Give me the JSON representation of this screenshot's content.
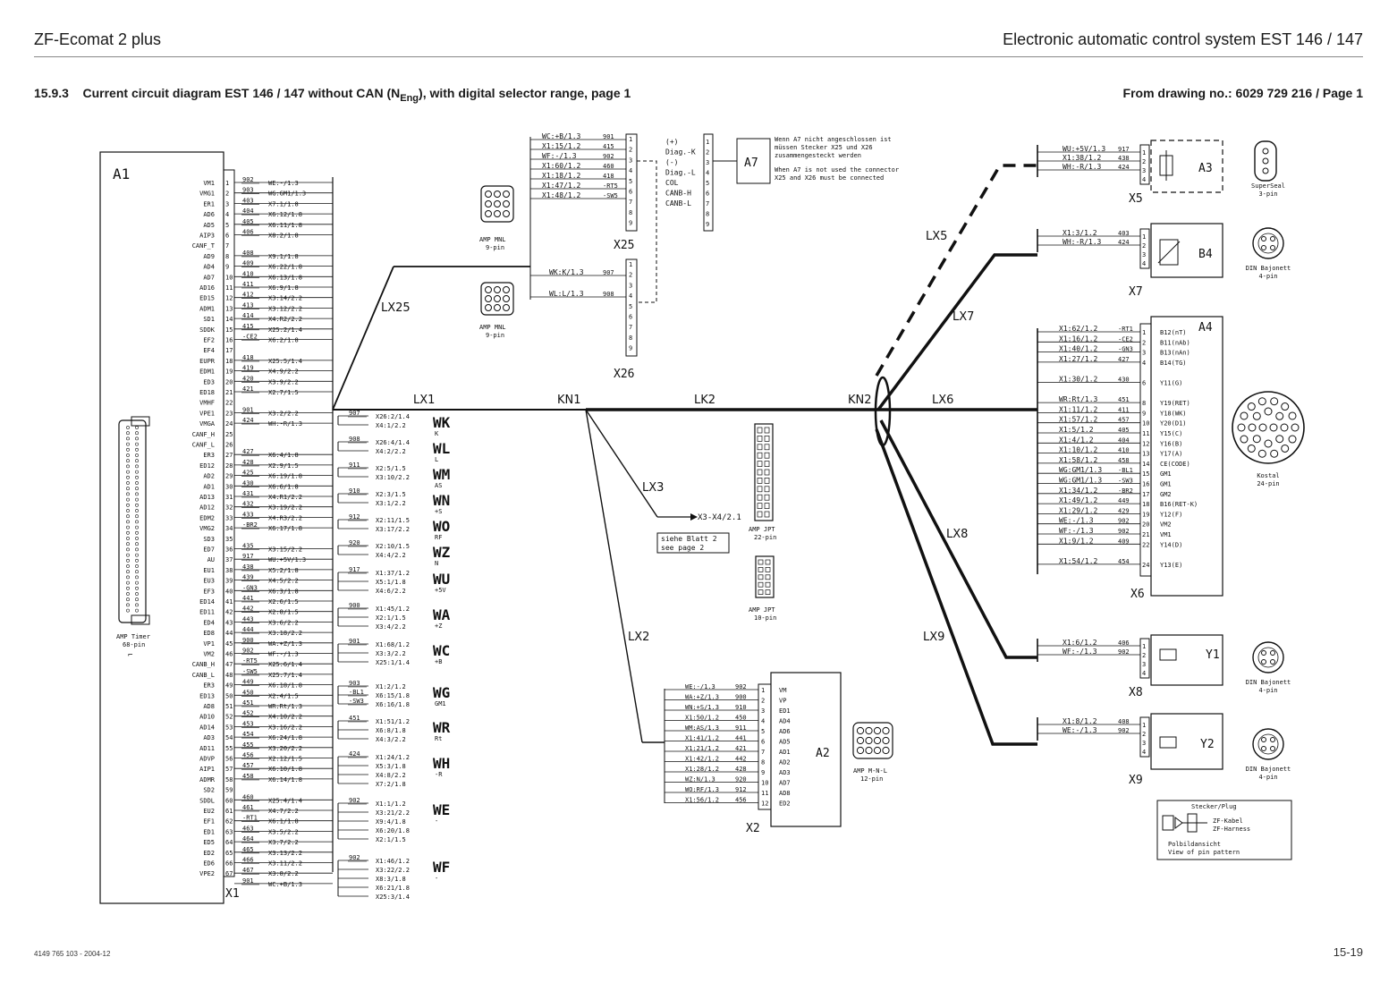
{
  "header": {
    "product": "ZF-Ecomat 2 plus",
    "system": "Electronic automatic control system EST 146 / 147"
  },
  "section": {
    "number": "15.9.3",
    "title_pre": "Current circuit diagram EST 146 / 147 without CAN (N",
    "title_sub": "Eng",
    "title_post": "), with digital selector range, page 1",
    "drawing_ref": "From drawing no.: 6029 729 216 / Page 1"
  },
  "footer": {
    "code": "4149 765 103 - 2004-12",
    "page": "15-19"
  },
  "a1": {
    "name": "A1",
    "connector": "X1",
    "plug_label": "AMP Timer",
    "plug_pins": "68-pin",
    "pin_labels": [
      "VM1",
      "VMG1",
      "ER1",
      "AD6",
      "AD5",
      "AIP3",
      "CANF_T",
      "AD9",
      "AD4",
      "AD7",
      "AD16",
      "ED15",
      "ADM1",
      "SD1",
      "SDDK",
      "EF2",
      "EF4",
      "EUPR",
      "EDM1",
      "ED3",
      "ED18",
      "VMHF",
      "VPE1",
      "VMGA",
      "CANF_H",
      "CANF_L",
      "ER3",
      "ED12",
      "AD2",
      "AD1",
      "AD13",
      "AD12",
      "EDM2",
      "VMG2",
      "SD3",
      "ED7",
      "AU",
      "EU1",
      "EU3",
      "EF3",
      "ED14",
      "ED11",
      "ED4",
      "ED8",
      "VP1",
      "VM2",
      "CANB_H",
      "CANB_L",
      "ER3",
      "ED13",
      "AD8",
      "AD10",
      "AD14",
      "AD3",
      "AD11",
      "ADVP",
      "AIP1",
      "ADMR",
      "SD2",
      "SDDL",
      "EU2",
      "EF1",
      "ED1",
      "ED5",
      "ED2",
      "ED6",
      "VPE2"
    ],
    "wires": [
      {
        "pin": "1",
        "wire": "902",
        "dest": "WE:-/1.3"
      },
      {
        "pin": "2",
        "wire": "903",
        "dest": "WG:GM1/1.3"
      },
      {
        "pin": "3",
        "wire": "403",
        "dest": "X7:1/1.8"
      },
      {
        "pin": "4",
        "wire": "404",
        "dest": "X6:12/1.8"
      },
      {
        "pin": "5",
        "wire": "405",
        "dest": "X6:11/1.8"
      },
      {
        "pin": "6",
        "wire": "406",
        "dest": "X8:2/1.8"
      },
      {
        "pin": "8",
        "wire": "408",
        "dest": "X9:1/1.8"
      },
      {
        "pin": "9",
        "wire": "409",
        "dest": "X6:22/1.8"
      },
      {
        "pin": "10",
        "wire": "410",
        "dest": "X6:13/1.8"
      },
      {
        "pin": "11",
        "wire": "411",
        "dest": "X6:9/1.8"
      },
      {
        "pin": "12",
        "wire": "412",
        "dest": "X3:14/2.2"
      },
      {
        "pin": "13",
        "wire": "413",
        "dest": "X3:12/2.2"
      },
      {
        "pin": "14",
        "wire": "414",
        "dest": "X4:R2/2.2"
      },
      {
        "pin": "15",
        "wire": "415",
        "dest": "X25:2/1.4"
      },
      {
        "pin": "16",
        "wire": "-CE2",
        "dest": "X6:2/1.8"
      },
      {
        "pin": "18",
        "wire": "418",
        "dest": "X25:5/1.4"
      },
      {
        "pin": "19",
        "wire": "419",
        "dest": "X4:9/2.2"
      },
      {
        "pin": "20",
        "wire": "420",
        "dest": "X3:9/2.2"
      },
      {
        "pin": "21",
        "wire": "421",
        "dest": "X2:7/1.5"
      },
      {
        "pin": "23",
        "wire": "901",
        "dest": "X3:2/2.2"
      },
      {
        "pin": "24",
        "wire": "424",
        "dest": "WH:-R/1.3"
      },
      {
        "pin": "27",
        "wire": "427",
        "dest": "X6:4/1.8"
      },
      {
        "pin": "28",
        "wire": "428",
        "dest": "X2:9/1.5"
      },
      {
        "pin": "29",
        "wire": "425",
        "dest": "X6:19/1.8"
      },
      {
        "pin": "30",
        "wire": "430",
        "dest": "X6:6/1.8"
      },
      {
        "pin": "31",
        "wire": "431",
        "dest": "X4:R1/2.2"
      },
      {
        "pin": "32",
        "wire": "432",
        "dest": "X3:19/2.2"
      },
      {
        "pin": "33",
        "wire": "433",
        "dest": "X4:R3/2.2"
      },
      {
        "pin": "34",
        "wire": "-BR2",
        "dest": "X6:17/1.8"
      },
      {
        "pin": "36",
        "wire": "435",
        "dest": "X3:15/2.2"
      },
      {
        "pin": "37",
        "wire": "917",
        "dest": "WU:+5V/1.3"
      },
      {
        "pin": "38",
        "wire": "438",
        "dest": "X5:2/1.8"
      },
      {
        "pin": "39",
        "wire": "439",
        "dest": "X4:5/2.2"
      },
      {
        "pin": "40",
        "wire": "-GN3",
        "dest": "X6:3/1.8"
      },
      {
        "pin": "41",
        "wire": "441",
        "dest": "X2:6/1.5"
      },
      {
        "pin": "42",
        "wire": "442",
        "dest": "X2:8/1.5"
      },
      {
        "pin": "43",
        "wire": "443",
        "dest": "X3:6/2.2"
      },
      {
        "pin": "44",
        "wire": "444",
        "dest": "X3:18/2.2"
      },
      {
        "pin": "45",
        "wire": "900",
        "dest": "WA:+Z/1.3"
      },
      {
        "pin": "46",
        "wire": "902",
        "dest": "WF:-/1.3"
      },
      {
        "pin": "47",
        "wire": "-RT5",
        "dest": "X25:6/1.4"
      },
      {
        "pin": "48",
        "wire": "-SW5",
        "dest": "X25:7/1.4"
      },
      {
        "pin": "49",
        "wire": "449",
        "dest": "X6:18/1.8"
      },
      {
        "pin": "50",
        "wire": "450",
        "dest": "X2:4/1.5"
      },
      {
        "pin": "51",
        "wire": "451",
        "dest": "WR:Rt/1.3"
      },
      {
        "pin": "52",
        "wire": "452",
        "dest": "X4:10/2.2"
      },
      {
        "pin": "53",
        "wire": "453",
        "dest": "X3:16/2.2"
      },
      {
        "pin": "54",
        "wire": "454",
        "dest": "X6:24/1.8"
      },
      {
        "pin": "55",
        "wire": "455",
        "dest": "X3:20/2.2"
      },
      {
        "pin": "56",
        "wire": "456",
        "dest": "X2:12/1.5"
      },
      {
        "pin": "57",
        "wire": "457",
        "dest": "X6:10/1.8"
      },
      {
        "pin": "58",
        "wire": "458",
        "dest": "X6:14/1.8"
      },
      {
        "pin": "60",
        "wire": "460",
        "dest": "X25:4/1.4"
      },
      {
        "pin": "61",
        "wire": "461",
        "dest": "X4:7/2.2"
      },
      {
        "pin": "62",
        "wire": "-RT1",
        "dest": "X6:1/1.8"
      },
      {
        "pin": "63",
        "wire": "463",
        "dest": "X3:5/2.2"
      },
      {
        "pin": "64",
        "wire": "464",
        "dest": "X3:7/2.2"
      },
      {
        "pin": "65",
        "wire": "465",
        "dest": "X3:13/2.2"
      },
      {
        "pin": "66",
        "wire": "466",
        "dest": "X3:11/2.2"
      },
      {
        "pin": "67",
        "wire": "467",
        "dest": "X3:8/2.2"
      },
      {
        "pin": "68",
        "wire": "901",
        "dest": "WC:+B/1.3"
      }
    ]
  },
  "splices": [
    {
      "code": "WK",
      "sub": "K",
      "rows": [
        {
          "wire": "907",
          "dest": "X26:2/1.4"
        },
        {
          "wire": "",
          "dest": "X4:1/2.2"
        }
      ]
    },
    {
      "code": "WL",
      "sub": "L",
      "rows": [
        {
          "wire": "908",
          "dest": "X26:4/1.4"
        },
        {
          "wire": "",
          "dest": "X4:2/2.2"
        }
      ]
    },
    {
      "code": "WM",
      "sub": "AS",
      "rows": [
        {
          "wire": "911",
          "dest": "X2:5/1.5"
        },
        {
          "wire": "",
          "dest": "X3:10/2.2"
        }
      ]
    },
    {
      "code": "WN",
      "sub": "+S",
      "rows": [
        {
          "wire": "910",
          "dest": "X2:3/1.5"
        },
        {
          "wire": "",
          "dest": "X3:1/2.2"
        }
      ]
    },
    {
      "code": "WO",
      "sub": "RF",
      "rows": [
        {
          "wire": "912",
          "dest": "X2:11/1.5"
        },
        {
          "wire": "",
          "dest": "X3:17/2.2"
        }
      ]
    },
    {
      "code": "WZ",
      "sub": "N",
      "rows": [
        {
          "wire": "920",
          "dest": "X2:10/1.5"
        },
        {
          "wire": "",
          "dest": "X4:4/2.2"
        }
      ]
    },
    {
      "code": "WU",
      "sub": "+5V",
      "rows": [
        {
          "wire": "917",
          "dest": "X1:37/1.2"
        },
        {
          "wire": "",
          "dest": "X5:1/1.8"
        },
        {
          "wire": "",
          "dest": "X4:6/2.2"
        }
      ]
    },
    {
      "code": "WA",
      "sub": "+Z",
      "rows": [
        {
          "wire": "900",
          "dest": "X1:45/1.2"
        },
        {
          "wire": "",
          "dest": "X2:1/1.5"
        },
        {
          "wire": "",
          "dest": "X3:4/2.2"
        }
      ]
    },
    {
      "code": "WC",
      "sub": "+B",
      "rows": [
        {
          "wire": "901",
          "dest": "X1:68/1.2"
        },
        {
          "wire": "",
          "dest": "X3:3/2.2"
        },
        {
          "wire": "",
          "dest": "X25:1/1.4"
        }
      ]
    },
    {
      "code": "WG",
      "sub": "GM1",
      "rows": [
        {
          "wire": "903",
          "dest": "X1:2/1.2"
        },
        {
          "wire": "-BL1",
          "dest": "X6:15/1.8"
        },
        {
          "wire": "-SW3",
          "dest": "X6:16/1.8"
        }
      ]
    },
    {
      "code": "WR",
      "sub": "Rt",
      "rows": [
        {
          "wire": "451",
          "dest": "X1:51/1.2"
        },
        {
          "wire": "",
          "dest": "X6:8/1.8"
        },
        {
          "wire": "",
          "dest": "X4:3/2.2"
        }
      ]
    },
    {
      "code": "WH",
      "sub": "-R",
      "rows": [
        {
          "wire": "424",
          "dest": "X1:24/1.2"
        },
        {
          "wire": "",
          "dest": "X5:3/1.8"
        },
        {
          "wire": "",
          "dest": "X4:8/2.2"
        },
        {
          "wire": "",
          "dest": "X7:2/1.8"
        }
      ]
    },
    {
      "code": "WE",
      "sub": "-",
      "rows": [
        {
          "wire": "902",
          "dest": "X1:1/1.2"
        },
        {
          "wire": "",
          "dest": "X3:21/2.2"
        },
        {
          "wire": "",
          "dest": "X9:4/1.8"
        },
        {
          "wire": "",
          "dest": "X6:20/1.8"
        },
        {
          "wire": "",
          "dest": "X2:1/1.5"
        }
      ]
    },
    {
      "code": "WF",
      "sub": "-",
      "rows": [
        {
          "wire": "902",
          "dest": "X1:46/1.2"
        },
        {
          "wire": "",
          "dest": "X3:22/2.2"
        },
        {
          "wire": "",
          "dest": "X8:3/1.8"
        },
        {
          "wire": "",
          "dest": "X6:21/1.8"
        },
        {
          "wire": "",
          "dest": "X25:3/1.4"
        }
      ]
    }
  ],
  "x25": {
    "name": "X25",
    "rows": [
      {
        "dest": "WC:+B/1.3",
        "wire": "901"
      },
      {
        "dest": "X1:15/1.2",
        "wire": "415"
      },
      {
        "dest": "WF:-/1.3",
        "wire": "902"
      },
      {
        "dest": "X1:60/1.2",
        "wire": "460"
      },
      {
        "dest": "X1:18/1.2",
        "wire": "418"
      },
      {
        "dest": "X1:47/1.2",
        "wire": "-RT5"
      },
      {
        "dest": "X1:48/1.2",
        "wire": "-SW5"
      }
    ],
    "plug_label": "AMP MNL",
    "plug_pins": "9-pin"
  },
  "x26": {
    "name": "X26",
    "rows": [
      {
        "dest": "WK:K/1.3",
        "wire": "907"
      },
      {
        "dest": "WL:L/1.3",
        "wire": "908"
      }
    ],
    "plug_label": "AMP MNL",
    "plug_pins": "9-pin"
  },
  "a7": {
    "name": "A7",
    "pins": [
      "(+)",
      "Diag.-K",
      "(-)",
      "Diag.-L",
      "COL",
      "CANB-H",
      "CANB-L"
    ],
    "note": [
      "Wenn A7 nicht angeschlossen ist",
      "müssen Stecker X25 und X26",
      "zusammengesteckt werden",
      "When A7 is not used the connector",
      "X25 and X26 must be connected"
    ]
  },
  "harness": {
    "LX1": "LX1",
    "KN1": "KN1",
    "LK2": "LK2",
    "KN2": "KN2",
    "LX6": "LX6",
    "LX25": "LX25",
    "LX3": "LX3",
    "LX2": "LX2",
    "LX5": "LX5",
    "LX7": "LX7",
    "LX8": "LX8",
    "LX9": "LX9",
    "x3_ref": "X3-X4/2.1",
    "siehe": "siehe Blatt 2",
    "seepage": "see page 2"
  },
  "x3_plug": {
    "label": "AMP JPT",
    "pins": "22-pin"
  },
  "x4_plug": {
    "label": "AMP JPT",
    "pins": "10-pin"
  },
  "a2": {
    "name": "A2",
    "connector": "X2",
    "rows": [
      {
        "dest": "WE:-/1.3",
        "wire": "902",
        "pin": "VM"
      },
      {
        "dest": "WA:+Z/1.3",
        "wire": "900",
        "pin": "VP"
      },
      {
        "dest": "WN:+S/1.3",
        "wire": "910",
        "pin": "ED1"
      },
      {
        "dest": "X1:50/1.2",
        "wire": "450",
        "pin": "AD4"
      },
      {
        "dest": "WM:AS/1.3",
        "wire": "911",
        "pin": "AD6"
      },
      {
        "dest": "X1:41/1.2",
        "wire": "441",
        "pin": "AD5"
      },
      {
        "dest": "X1:21/1.2",
        "wire": "421",
        "pin": "AD1"
      },
      {
        "dest": "X1:42/1.2",
        "wire": "442",
        "pin": "AD2"
      },
      {
        "dest": "X1:28/1.2",
        "wire": "428",
        "pin": "AD3"
      },
      {
        "dest": "WZ:N/1.3",
        "wire": "920",
        "pin": "AD7"
      },
      {
        "dest": "WO:RF/1.3",
        "wire": "912",
        "pin": "AD8"
      },
      {
        "dest": "X1:56/1.2",
        "wire": "456",
        "pin": "ED2"
      }
    ],
    "plug_label": "AMP M-N-L",
    "plug_pins": "12-pin"
  },
  "a3": {
    "name": "A3",
    "connector": "X5",
    "rows": [
      {
        "dest": "WU:+5V/1.3",
        "wire": "917"
      },
      {
        "dest": "X1:38/1.2",
        "wire": "438"
      },
      {
        "dest": "WH:-R/1.3",
        "wire": "424"
      }
    ],
    "plug_label": "SuperSeal",
    "plug_pins": "3-pin"
  },
  "b4": {
    "name": "B4",
    "connector": "X7",
    "rows": [
      {
        "dest": "X1:3/1.2",
        "wire": "403"
      },
      {
        "dest": "WH:-R/1.3",
        "wire": "424"
      }
    ],
    "plug_label": "DIN Bajonett",
    "plug_pins": "4-pin"
  },
  "a4": {
    "name": "A4",
    "connector": "X6",
    "rows": [
      {
        "dest": "X1:62/1.2",
        "wire": "-RT1",
        "pin": "1",
        "fn": "B12(nT)"
      },
      {
        "dest": "X1:16/1.2",
        "wire": "-CE2",
        "pin": "2",
        "fn": "B11(nAb)"
      },
      {
        "dest": "X1:40/1.2",
        "wire": "-GN3",
        "pin": "3",
        "fn": "B13(nAn)"
      },
      {
        "dest": "X1:27/1.2",
        "wire": "427",
        "pin": "4",
        "fn": "B14(TG)"
      },
      {
        "dest": "X1:30/1.2",
        "wire": "430",
        "pin": "6",
        "fn": "Y11(G)"
      },
      {
        "dest": "WR:Rt/1.3",
        "wire": "451",
        "pin": "8",
        "fn": "Y19(RET)"
      },
      {
        "dest": "X1:11/1.2",
        "wire": "411",
        "pin": "9",
        "fn": "Y18(WK)"
      },
      {
        "dest": "X1:57/1.2",
        "wire": "457",
        "pin": "10",
        "fn": "Y20(D1)"
      },
      {
        "dest": "X1:5/1.2",
        "wire": "405",
        "pin": "11",
        "fn": "Y15(C)"
      },
      {
        "dest": "X1:4/1.2",
        "wire": "404",
        "pin": "12",
        "fn": "Y16(B)"
      },
      {
        "dest": "X1:10/1.2",
        "wire": "410",
        "pin": "13",
        "fn": "Y17(A)"
      },
      {
        "dest": "X1:58/1.2",
        "wire": "458",
        "pin": "14",
        "fn": "CE(CODE)"
      },
      {
        "dest": "WG:GM1/1.3",
        "wire": "-BL1",
        "pin": "15",
        "fn": "GM1"
      },
      {
        "dest": "WG:GM1/1.3",
        "wire": "-SW3",
        "pin": "16",
        "fn": "GM1"
      },
      {
        "dest": "X1:34/1.2",
        "wire": "-BR2",
        "pin": "17",
        "fn": "GM2"
      },
      {
        "dest": "X1:49/1.2",
        "wire": "449",
        "pin": "18",
        "fn": "B16(RET-K)"
      },
      {
        "dest": "X1:29/1.2",
        "wire": "429",
        "pin": "19",
        "fn": "Y12(F)"
      },
      {
        "dest": "WE:-/1.3",
        "wire": "902",
        "pin": "20",
        "fn": "VM2"
      },
      {
        "dest": "WF:-/1.3",
        "wire": "902",
        "pin": "21",
        "fn": "VM1"
      },
      {
        "dest": "X1:9/1.2",
        "wire": "409",
        "pin": "22",
        "fn": "Y14(D)"
      },
      {
        "dest": "X1:54/1.2",
        "wire": "454",
        "pin": "24",
        "fn": "Y13(E)"
      }
    ],
    "plug_label": "Kostal",
    "plug_pins": "24-pin"
  },
  "y1": {
    "name": "Y1",
    "connector": "X8",
    "rows": [
      {
        "dest": "X1:6/1.2",
        "wire": "406"
      },
      {
        "dest": "WF:-/1.3",
        "wire": "902"
      }
    ],
    "plug_label": "DIN Bajonett",
    "plug_pins": "4-pin"
  },
  "y2": {
    "name": "Y2",
    "connector": "X9",
    "rows": [
      {
        "dest": "X1:8/1.2",
        "wire": "408"
      },
      {
        "dest": "WE:-/1.3",
        "wire": "902"
      }
    ],
    "plug_label": "DIN Bajonett",
    "plug_pins": "4-pin"
  },
  "legend": {
    "title": "Stecker/Plug",
    "cable_de": "ZF-Kabel",
    "cable_en": "ZF-Harness",
    "pole_de": "Polbildansicht",
    "pole_en": "View of pin pattern"
  }
}
